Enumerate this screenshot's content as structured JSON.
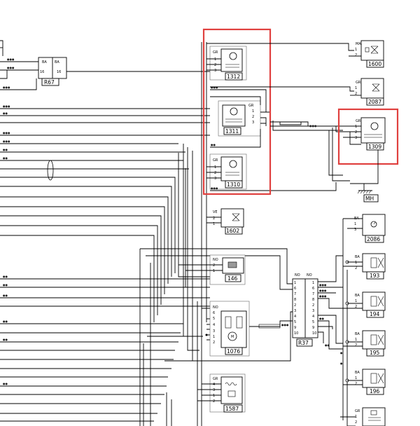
{
  "diagram": {
    "components": [
      {
        "id": "1312",
        "color": "GR",
        "pins": [
          "1",
          "2",
          "3"
        ],
        "type": "sensor"
      },
      {
        "id": "1311",
        "color": "GR",
        "pins": [
          "1",
          "2",
          "3"
        ],
        "type": "sensor"
      },
      {
        "id": "1310",
        "color": "GR",
        "pins": [
          "1",
          "2",
          "3"
        ],
        "type": "sensor"
      },
      {
        "id": "1309",
        "color": "GR",
        "pins": [
          "1",
          "2",
          "3"
        ],
        "type": "sensor"
      },
      {
        "id": "1600",
        "color": "MA",
        "pins": [
          "1",
          "2"
        ],
        "type": "valve"
      },
      {
        "id": "2087",
        "color": "GR",
        "pins": [
          "1",
          "2"
        ],
        "type": "valve"
      },
      {
        "id": "1602",
        "color": "VE",
        "pins": [
          "2",
          "1"
        ],
        "type": "valve"
      },
      {
        "id": "2086",
        "color": "BA",
        "pins": [
          "1",
          "3"
        ],
        "type": "gauge"
      },
      {
        "id": "146",
        "color": "NO",
        "pins": [
          "2",
          "1"
        ],
        "type": "switch"
      },
      {
        "id": "1076",
        "color": "NO",
        "pins": [
          "6",
          "5",
          "4",
          "3",
          "1",
          "2"
        ],
        "type": "motor"
      },
      {
        "id": "1587",
        "color": "GR",
        "pins": [
          "4",
          "3",
          "1",
          "2"
        ],
        "type": "heater"
      },
      {
        "id": "193",
        "color": "BA",
        "pins": [
          "1",
          "2"
        ],
        "type": "injector"
      },
      {
        "id": "194",
        "color": "BA",
        "pins": [
          "1",
          "2"
        ],
        "type": "injector"
      },
      {
        "id": "195",
        "color": "BA",
        "pins": [
          "1",
          "2"
        ],
        "type": "injector"
      },
      {
        "id": "196",
        "color": "BA",
        "pins": [
          "1",
          "2"
        ],
        "type": "injector"
      },
      {
        "id": "R67",
        "color": "BA",
        "pins": [
          "16",
          "16"
        ],
        "type": "connector"
      },
      {
        "id": "R37",
        "color": "NO",
        "pins": [
          "1",
          "6",
          "7",
          "8",
          "2",
          "3",
          "4",
          "5",
          "9",
          "10"
        ],
        "type": "connector"
      }
    ],
    "ground": "MH",
    "colors": {
      "wire": "#000000",
      "highlight": "#e0413f"
    }
  }
}
